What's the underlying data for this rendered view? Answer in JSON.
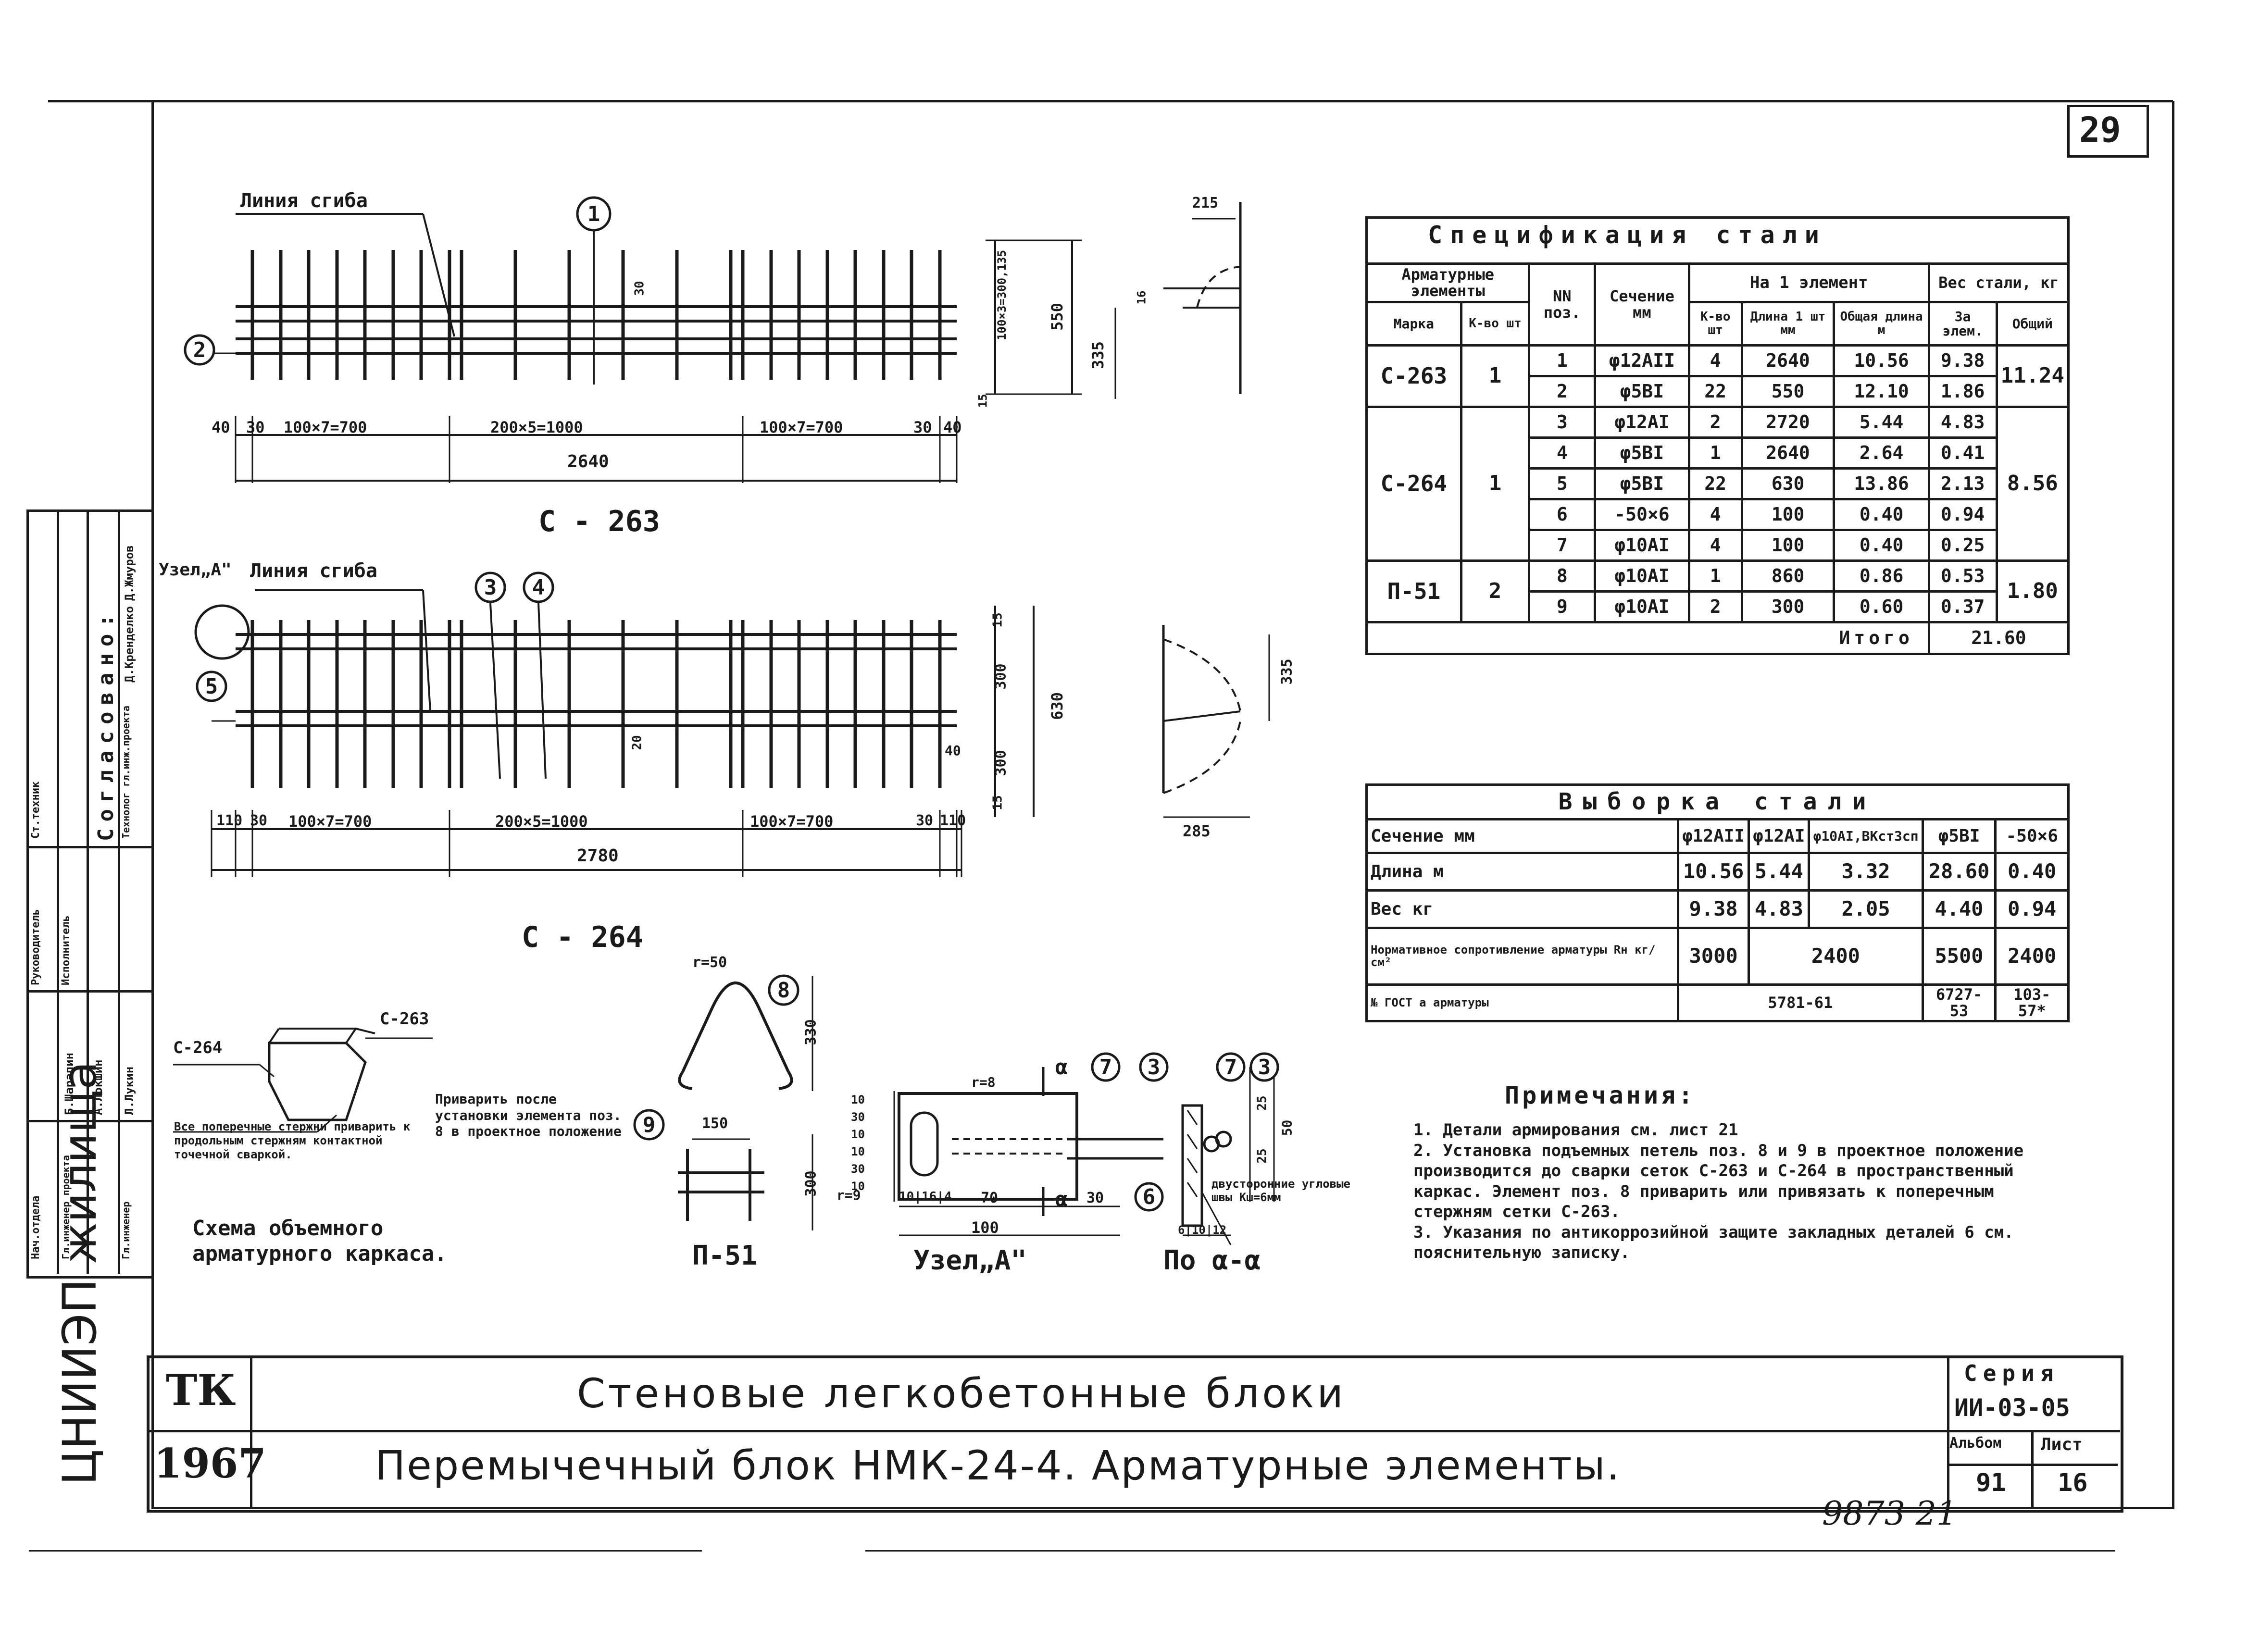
{
  "sheet": {
    "page_number": "29",
    "stamp_number": "9873 21"
  },
  "drawings": {
    "c263": {
      "title": "С - 263",
      "bend_line_label": "Линия сгиба",
      "pos1": "1",
      "pos2": "2",
      "dims": [
        "40",
        "30",
        "100×7=700",
        "200×5=1000",
        "100×7=700",
        "30",
        "40"
      ],
      "overall": "2640",
      "height_dims": [
        "550",
        "100×3=300,135",
        "15",
        "335",
        "215",
        "16",
        "30"
      ]
    },
    "c264": {
      "title": "С - 264",
      "node_label": "Узел„А\"",
      "bend_line_label": "Линия сгиба",
      "pos3": "3",
      "pos4": "4",
      "pos5": "5",
      "dims": [
        "110",
        "30",
        "100×7=700",
        "200×5=1000",
        "100×7=700",
        "30",
        "110"
      ],
      "overall": "2780",
      "height_dims": [
        "15",
        "300",
        "630",
        "40",
        "300",
        "15",
        "335",
        "285",
        "20"
      ]
    },
    "scheme": {
      "title": "Схема объемного арматурного каркаса.",
      "label_264": "С-264",
      "label_263": "С-263",
      "note": "Все поперечные стержни приварить к продольным стержням контактной точечной сваркой."
    },
    "p51": {
      "title": "П-51",
      "r_label": "r=50",
      "pos8": "8",
      "pos9": "9",
      "dims": [
        "330",
        "150",
        "300"
      ],
      "weld_note": "Приварить после установки элемента поз. 8 в проектное положение"
    },
    "node_a": {
      "title": "Узел„А\"",
      "r_label": "r=8",
      "pos7": "7",
      "pos3": "3",
      "pos6": "6",
      "section_mark": "α",
      "dims": [
        "10",
        "30",
        "10",
        "10",
        "30",
        "10",
        "r=9",
        "10",
        "16",
        "4",
        "70",
        "30",
        "100"
      ]
    },
    "section_aa": {
      "title": "По α-α",
      "pos7": "7",
      "pos3": "3",
      "weld_note": "двусторонние угловые швы Кш=6мм",
      "dims": [
        "50",
        "25",
        "25",
        "6",
        "10",
        "12"
      ]
    }
  },
  "spec_table": {
    "title": "Спецификация стали",
    "headers": {
      "elements": "Арматурные элементы",
      "mark": "Марка",
      "qty": "К-во шт",
      "pos": "NN поз.",
      "section": "Сечение мм",
      "per_element": "На 1 элемент",
      "count": "К-во шт",
      "length": "Длина 1 шт мм",
      "total_length": "Общая длина м",
      "weight": "Вес стали, кг",
      "weight_per": "За элем.",
      "weight_total": "Общий"
    },
    "groups": [
      {
        "mark": "С-263",
        "qty": "1",
        "total": "11.24",
        "rows": [
          {
            "pos": "1",
            "section": "φ12AII",
            "count": "4",
            "length": "2640",
            "total_len": "10.56",
            "weight": "9.38"
          },
          {
            "pos": "2",
            "section": "φ5BI",
            "count": "22",
            "length": "550",
            "total_len": "12.10",
            "weight": "1.86"
          }
        ]
      },
      {
        "mark": "С-264",
        "qty": "1",
        "total": "8.56",
        "rows": [
          {
            "pos": "3",
            "section": "φ12AI",
            "count": "2",
            "length": "2720",
            "total_len": "5.44",
            "weight": "4.83"
          },
          {
            "pos": "4",
            "section": "φ5BI",
            "count": "1",
            "length": "2640",
            "total_len": "2.64",
            "weight": "0.41"
          },
          {
            "pos": "5",
            "section": "φ5BI",
            "count": "22",
            "length": "630",
            "total_len": "13.86",
            "weight": "2.13"
          },
          {
            "pos": "6",
            "section": "-50×6",
            "count": "4",
            "length": "100",
            "total_len": "0.40",
            "weight": "0.94"
          },
          {
            "pos": "7",
            "section": "φ10AI",
            "count": "4",
            "length": "100",
            "total_len": "0.40",
            "weight": "0.25"
          }
        ]
      },
      {
        "mark": "П-51",
        "qty": "2",
        "total": "1.80",
        "rows": [
          {
            "pos": "8",
            "section": "φ10AI",
            "count": "1",
            "length": "860",
            "total_len": "0.86",
            "weight": "0.53"
          },
          {
            "pos": "9",
            "section": "φ10AI",
            "count": "2",
            "length": "300",
            "total_len": "0.60",
            "weight": "0.37"
          }
        ]
      }
    ],
    "total_label": "Итого",
    "total_value": "21.60"
  },
  "selection_table": {
    "title": "Выборка стали",
    "section_label": "Сечение мм",
    "columns": [
      "φ12AII",
      "φ12AI",
      "φ10AI,ВКст3сп",
      "φ5BI",
      "-50×6"
    ],
    "rows": [
      {
        "label": "Длина    м",
        "values": [
          "10.56",
          "5.44",
          "3.32",
          "28.60",
          "0.40"
        ]
      },
      {
        "label": "Вес      кг",
        "values": [
          "9.38",
          "4.83",
          "2.05",
          "4.40",
          "0.94"
        ]
      },
      {
        "label": "Нормативное сопротивление арматуры Rн кг/см²",
        "values": [
          "3000",
          "2400",
          "5500",
          "2400"
        ]
      },
      {
        "label": "№ ГОСТ а арматуры",
        "values": [
          "5781-61",
          "6727-53",
          "103-57*"
        ]
      }
    ]
  },
  "notes": {
    "title": "Примечания:",
    "items": [
      "1. Детали армирования см. лист 21",
      "2. Установка подъемных петель поз. 8 и 9 в проектное положение производится до сварки сеток С-263 и С-264 в пространственный каркас. Элемент поз. 8 приварить или привязать к поперечным стержням сетки С-263.",
      "3. Указания по антикоррозийной защите закладных деталей 6 см. пояснительную записку."
    ]
  },
  "title_block": {
    "org": "ЦНИИЭП жилища",
    "code": "ТК",
    "year": "1967",
    "title_main": "Стеновые легкобетонные блоки",
    "title_sub": "Перемычечный блок НМК-24-4. Арматурные элементы.",
    "series_label": "Серия",
    "series_value": "ИИ-03-05",
    "album_label": "Альбом",
    "album_value": "91",
    "sheet_label": "Лист",
    "sheet_value": "16"
  },
  "side_stamp": {
    "agreed": "Согласовано:",
    "roles": [
      "Нач.отдела",
      "Гл.инженер проекта",
      "Ст.техник",
      "Технолог гл.инж.проекта",
      "Руководитель",
      "Гл.инженер",
      "Исполнитель"
    ],
    "names": [
      "Д.Кренделко",
      "Б.Шарапин",
      "А.Локшин",
      "Л.Лукин",
      "Д.Жмуров"
    ]
  }
}
